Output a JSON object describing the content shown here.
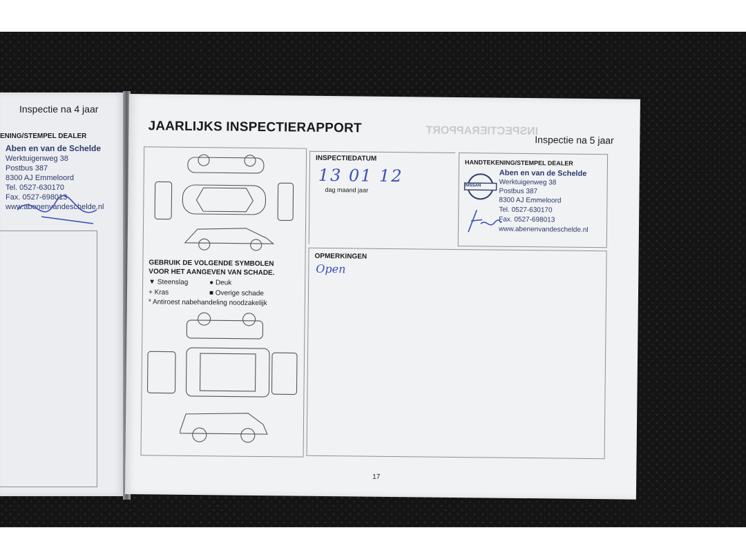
{
  "left_page": {
    "inspection_label": "Inspectie na 4 jaar",
    "dealer_heading": "ENING/STEMPEL DEALER",
    "stamp": {
      "name": "Aben en van de Schelde",
      "street": "Werktuigenweg 38",
      "po_box": "Postbus 387",
      "city": "8300 AJ Emmeloord",
      "tel": "Tel. 0527-630170",
      "fax": "Fax. 0527-698013",
      "web": "www.abenenvandeschelde.nl"
    }
  },
  "right_page": {
    "title": "JAARLIJKS INSPECTIERAPPORT",
    "inspection_label": "Inspectie na 5 jaar",
    "legend": {
      "heading_line1": "GEBRUIK DE VOLGENDE SYMBOLEN",
      "heading_line2": "VOOR HET AANGEVEN VAN SCHADE.",
      "items": [
        {
          "symbol": "▼",
          "label": "Steenslag"
        },
        {
          "symbol": "●",
          "label": "Deuk"
        },
        {
          "symbol": "+",
          "label": "Kras"
        },
        {
          "symbol": "■",
          "label": "Overige schade"
        },
        {
          "symbol": "*",
          "label": "Antiroest nabehandeling noodzakelijk"
        }
      ]
    },
    "inspection_date": {
      "label": "INSPECTIEDATUM",
      "value": "13 01 12",
      "caption": "dag maand jaar"
    },
    "dealer": {
      "label": "HANDTEKENING/STEMPEL DEALER",
      "logo_text": "NISSAN",
      "name": "Aben en van de Schelde",
      "street": "Werktuigenweg 38",
      "po_box": "Postbus 387",
      "city": "8300 AJ Emmeloord",
      "tel": "Tel. 0527-630170",
      "fax": "Fax. 0527-698013",
      "web": "www.abenenvandeschelde.nl"
    },
    "remarks": {
      "label": "OPMERKINGEN",
      "value": "Open"
    },
    "page_number": "17",
    "mirrored_title": "INSPECTIERAPPORT"
  }
}
